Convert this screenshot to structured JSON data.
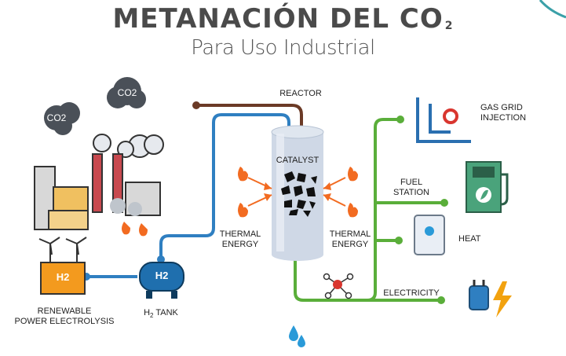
{
  "title": "METANACIÓN DEL CO",
  "title_sub": "2",
  "subtitle": "Para Uso Industrial",
  "labels": {
    "reactor": "REACTOR",
    "catalyst": "CATALYST",
    "thermal_left_1": "THERMAL",
    "thermal_left_2": "ENERGY",
    "thermal_right_1": "THERMAL",
    "thermal_right_2": "ENERGY",
    "gas_grid_1": "GAS GRID",
    "gas_grid_2": "INJECTION",
    "fuel_1": "FUEL",
    "fuel_2": "STATION",
    "heat": "HEAT",
    "electricity": "ELECTRICITY",
    "renewable_1": "RENEWABLE",
    "renewable_2": "POWER ELECTROLYSIS",
    "h2_tank": "H",
    "h2_tank_sub": "2",
    "h2_tank_suffix": " TANK",
    "co2_a": "CO2",
    "co2_b": "CO2",
    "h2_box": "H2",
    "h2_cyl": "H2"
  },
  "colors": {
    "blue_pipe": "#2f7fc1",
    "brown_pipe": "#6b3a26",
    "green_pipe": "#5aae3a",
    "reactor": "#cfd8e6",
    "flame": "#f26b21"
  }
}
